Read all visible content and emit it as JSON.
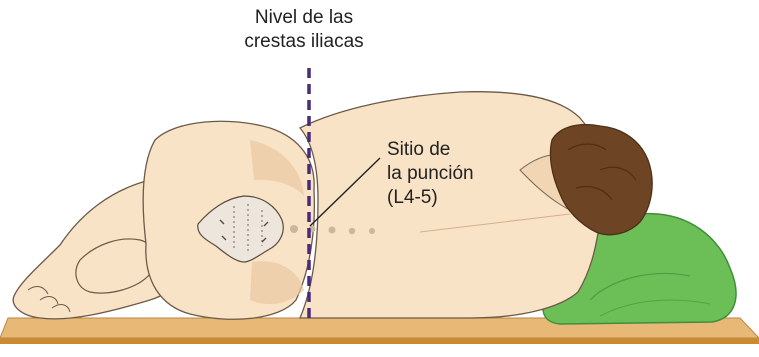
{
  "labels": {
    "iliac_crest_level": [
      "Nivel de las",
      "crestas iliacas"
    ],
    "puncture_site": [
      "Sitio de",
      "la punción",
      "(L4-5)"
    ]
  },
  "colors": {
    "skin": "#f9e3c6",
    "skin_shade": "#e9c7a2",
    "outline": "#6b5a48",
    "hair": "#6e4524",
    "hair_dark": "#4e2f16",
    "pillow": "#6cbf57",
    "pillow_dark": "#3f8f3a",
    "table": "#e8b877",
    "table_edge": "#c98a33",
    "sacrum": "#ece6dd",
    "iliac_line": "#4a2a7a",
    "leader": "#222222"
  },
  "icons": {
    "patient": "patient-lateral-decubitus-illustration",
    "sacrum": "sacrum-bone-icon"
  }
}
